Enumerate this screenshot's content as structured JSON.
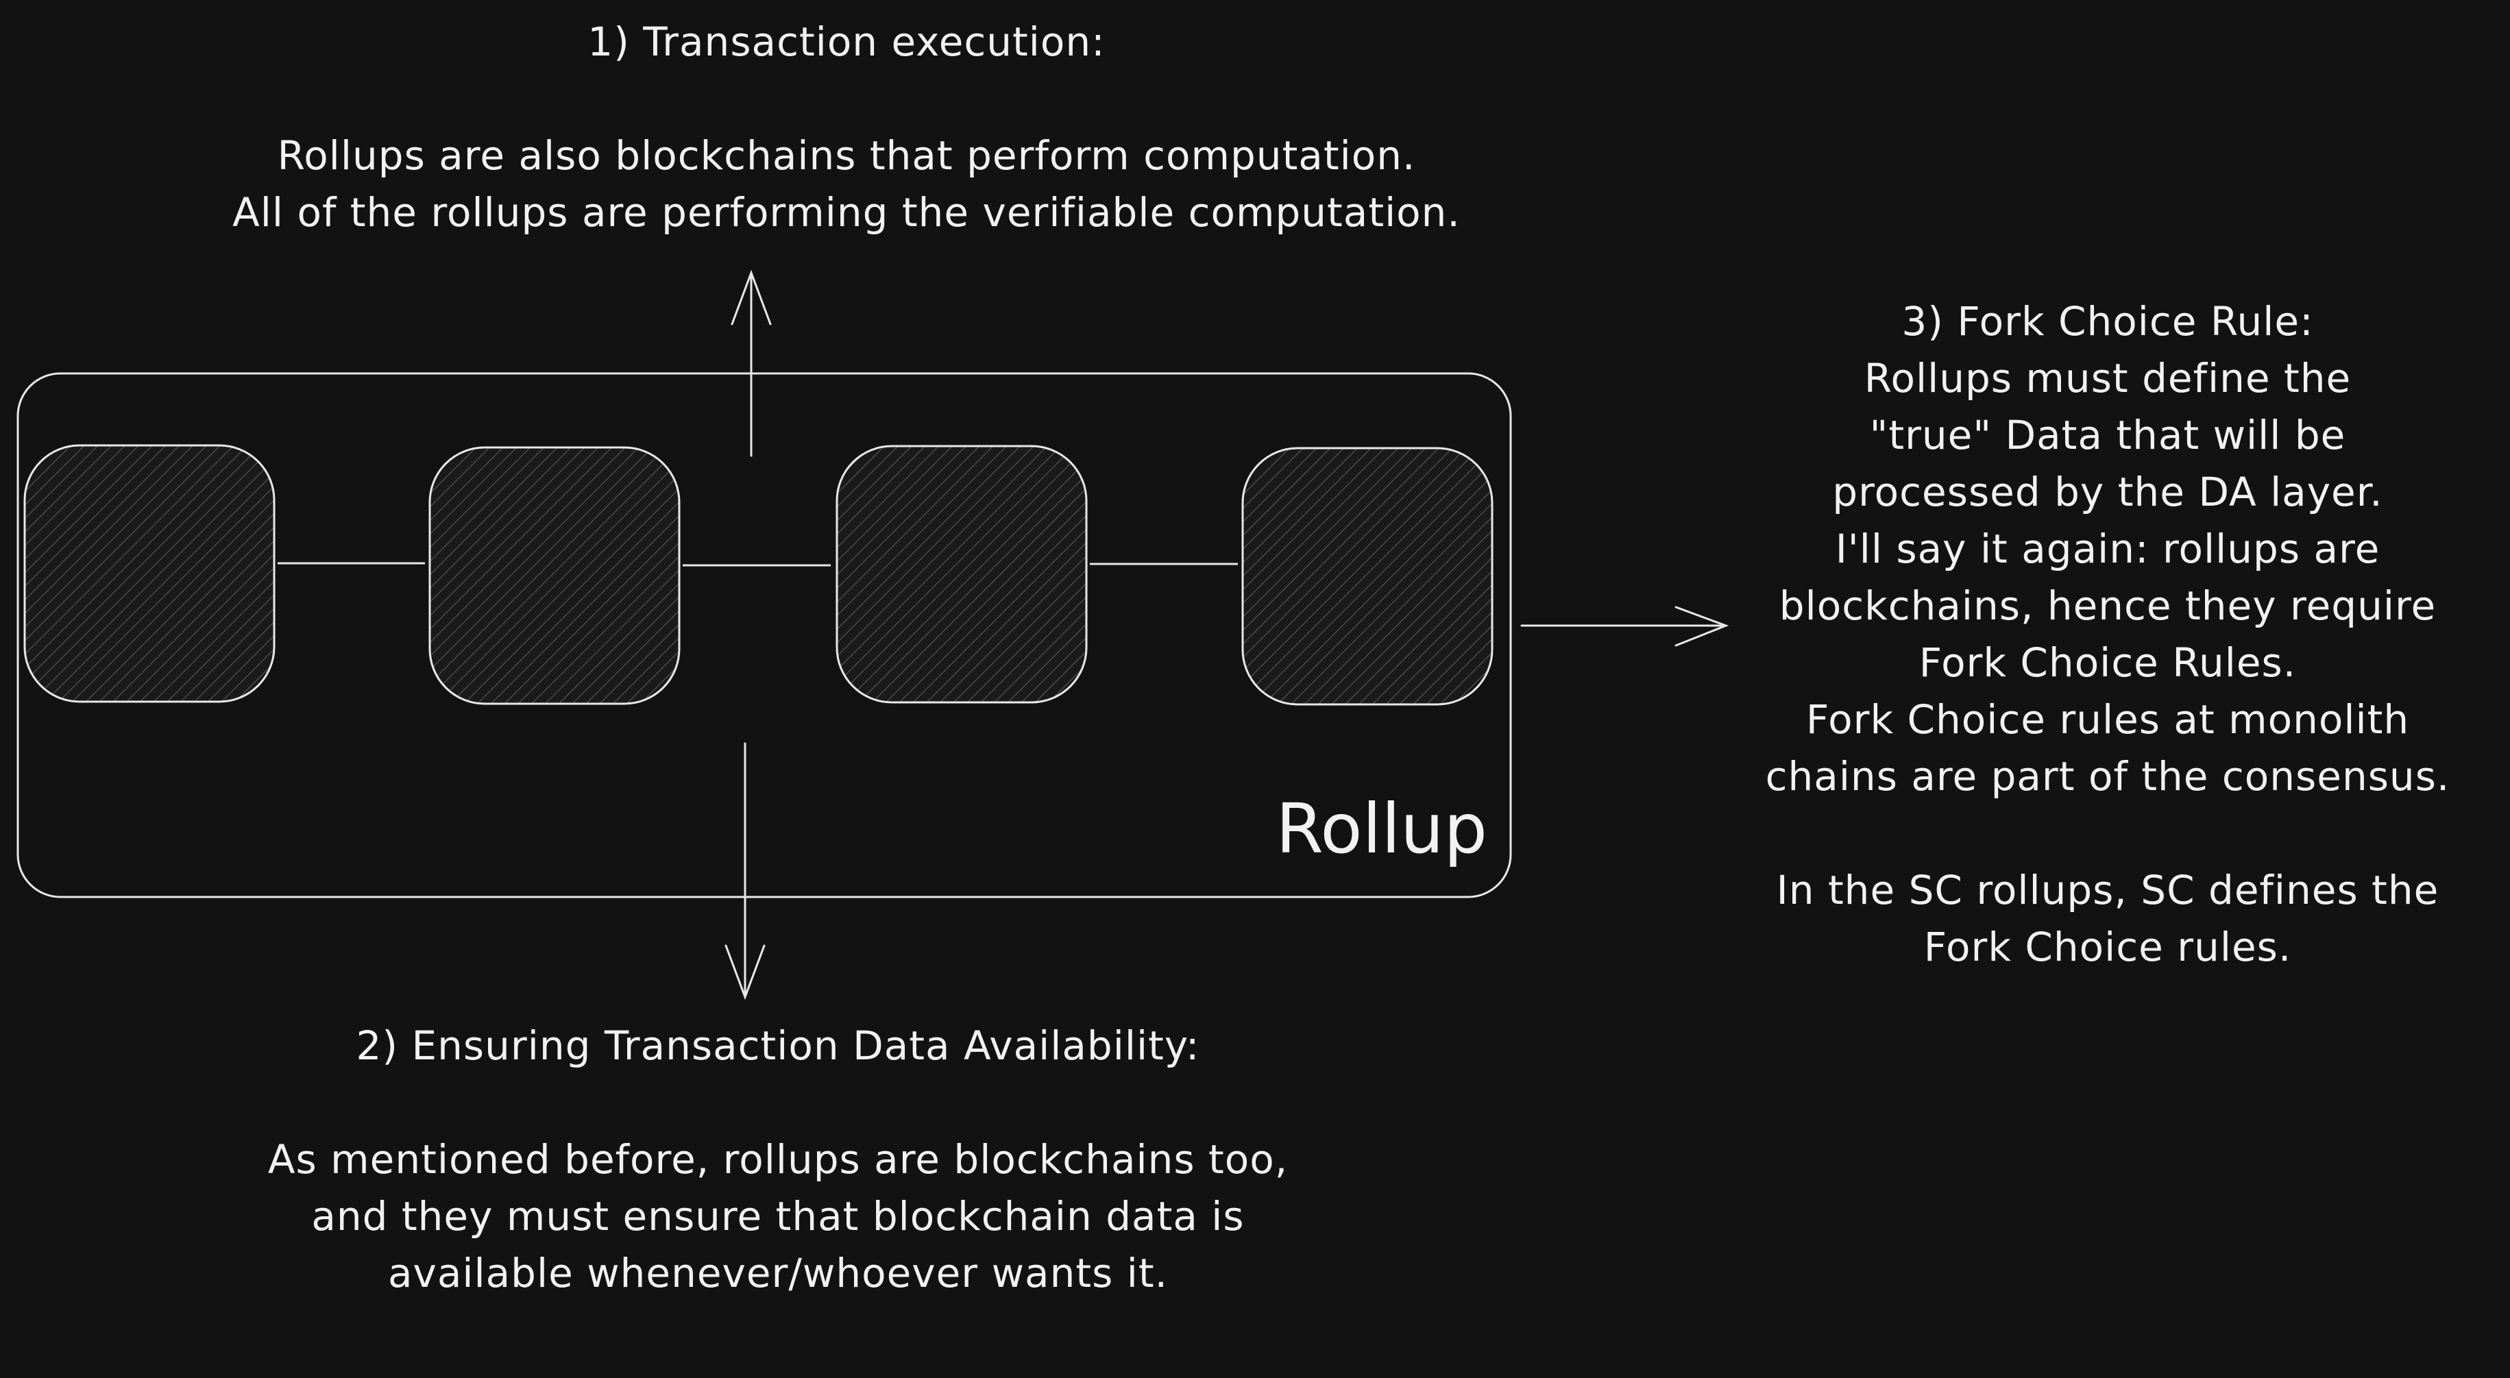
{
  "colors": {
    "background": "#121212",
    "stroke": "#e8e8e8",
    "text": "#f2f2f2"
  },
  "rollup": {
    "label": "Rollup"
  },
  "section_execution": {
    "heading": "1) Transaction execution:",
    "lines": [
      "Rollups are also blockchains that perform computation.",
      "All of the rollups are performing the verifiable computation."
    ]
  },
  "section_data_availability": {
    "heading": "2) Ensuring Transaction Data Availability:",
    "lines": [
      "As mentioned before, rollups are blockchains too,",
      "and they must ensure that blockchain data is",
      "available whenever/whoever wants it."
    ]
  },
  "section_fork_choice": {
    "heading": "3) Fork Choice Rule:",
    "lines": [
      "Rollups must define the",
      "\"true\" Data that will be",
      "processed by the DA layer.",
      "I'll say it again: rollups are",
      "blockchains, hence they require",
      "Fork Choice Rules.",
      "Fork Choice rules at monolith",
      "chains are part of the consensus."
    ],
    "extra_lines": [
      "In the SC rollups, SC defines the",
      "Fork Choice rules."
    ]
  }
}
